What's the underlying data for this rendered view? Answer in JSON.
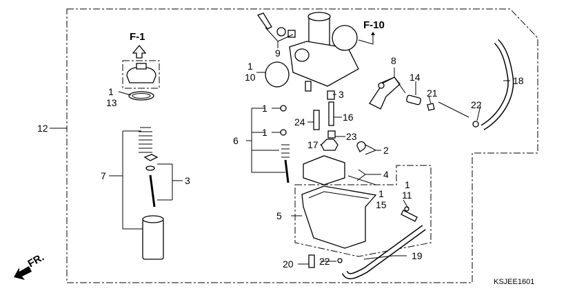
{
  "references": {
    "f1": "F-1",
    "f10": "F-10"
  },
  "direction_marker": "FR.",
  "diagram_code": "KSJEE1601",
  "callouts": {
    "c1a": "1",
    "c13": "13",
    "c12": "12",
    "c7": "7",
    "c3a": "3",
    "c9": "9",
    "c1b": "1",
    "c10": "10",
    "c8": "8",
    "c14": "14",
    "c21": "21",
    "c18": "18",
    "c22a": "22",
    "c3b": "3",
    "c1c": "1",
    "c16": "16",
    "c24": "24",
    "c1d": "1",
    "c23": "23",
    "c6": "6",
    "c17": "17",
    "c2": "2",
    "c4": "4",
    "c1e": "1",
    "c15": "15",
    "c1f": "1",
    "c11": "11",
    "c5": "5",
    "c19": "19",
    "c20": "20",
    "c22b": "22"
  }
}
